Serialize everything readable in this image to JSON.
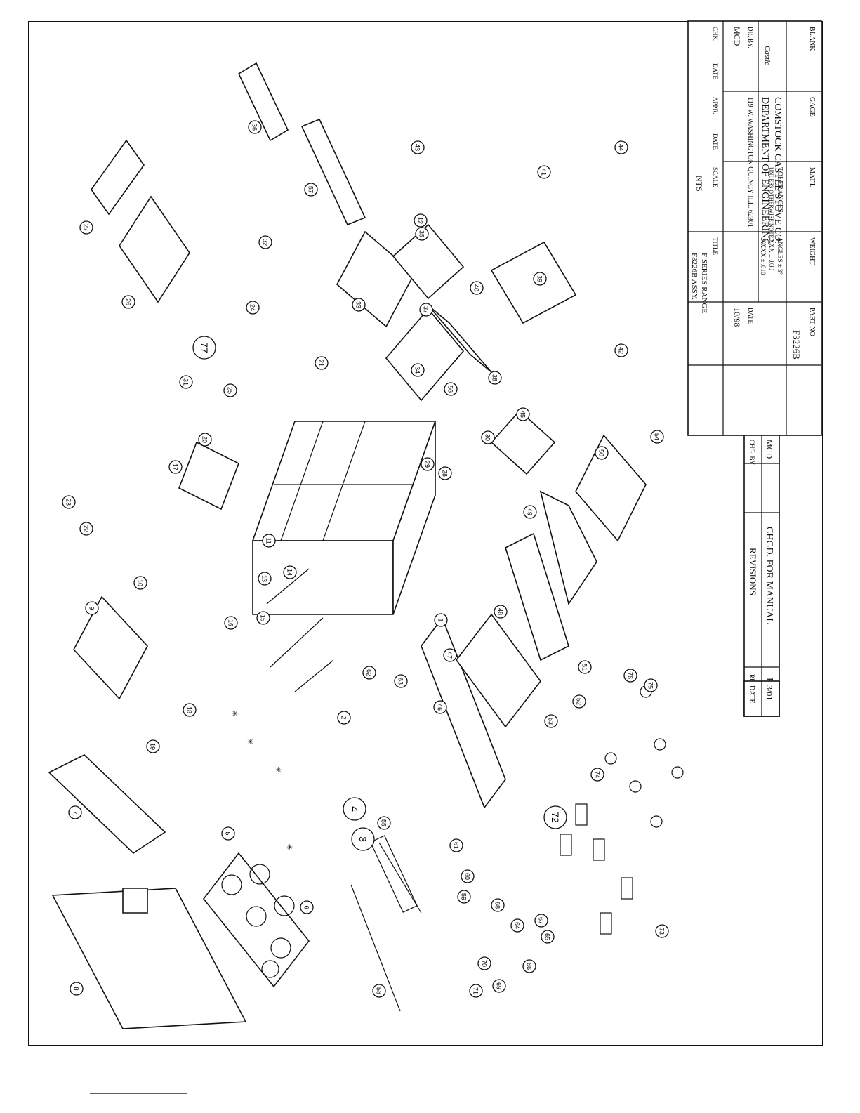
{
  "drawing": {
    "part_labels": [
      "1",
      "2",
      "3",
      "4",
      "5",
      "6",
      "7",
      "8",
      "9",
      "10",
      "11",
      "12",
      "13",
      "14",
      "15",
      "16",
      "17",
      "18",
      "19",
      "20",
      "21",
      "22",
      "23",
      "24",
      "25",
      "26",
      "27",
      "28",
      "29",
      "30",
      "31",
      "32",
      "33",
      "34",
      "35",
      "36",
      "37",
      "38",
      "39",
      "40",
      "41",
      "42",
      "43",
      "44",
      "45",
      "46",
      "47",
      "48",
      "49",
      "50",
      "51",
      "52",
      "53",
      "54",
      "55",
      "56",
      "57",
      "58",
      "59",
      "60",
      "61",
      "62",
      "63",
      "64",
      "65",
      "66",
      "67",
      "68",
      "69",
      "70",
      "71",
      "72",
      "73",
      "74",
      "75",
      "76",
      "77"
    ]
  },
  "title_block": {
    "blank": "BLANK",
    "gage": "GAGE",
    "matl": "MAT'L",
    "weight": "WEIGHT",
    "part_no_label": "PART NO",
    "part_no": "F3226B",
    "company": "COMSTOCK CASTLE STOVE CO.",
    "department": "DEPARTMENT OF ENGINEERING",
    "address": "119 W. WASHINGTON  QUINCY ILL. 62301",
    "logo_text": "Castle",
    "tolerances_title": "TOLERANCES",
    "tolerances_note": "UNLESS OTHERWISE NOTED",
    "angles": "ANGLES  ±  3°",
    "xxx": ".XXX  ± .030",
    "xxxx": ".XXXX  ± .010",
    "dr_by_label": "DR. BY.",
    "dr_by": "MCD",
    "date_label": "DATE",
    "date": "10/98",
    "chk_label": "CHK.",
    "chk_date_label": "DATE",
    "appr_label": "APPR.",
    "appr_date_label": "DATE",
    "scale_label": "SCALE",
    "scale": "NTS",
    "title_label": "TITLE",
    "title_line1": "F SERIES RANGE",
    "title_line2": "F3226B  ASSY."
  },
  "revisions": {
    "date": "3/01",
    "rev": "B",
    "description": "CHGD. FOR MANUAL",
    "chg_by": "MCD",
    "header_date": "DATE",
    "header_rev": "REV. NO.",
    "header_title": "REVISIONS",
    "header_chg": "CHG. BY"
  }
}
